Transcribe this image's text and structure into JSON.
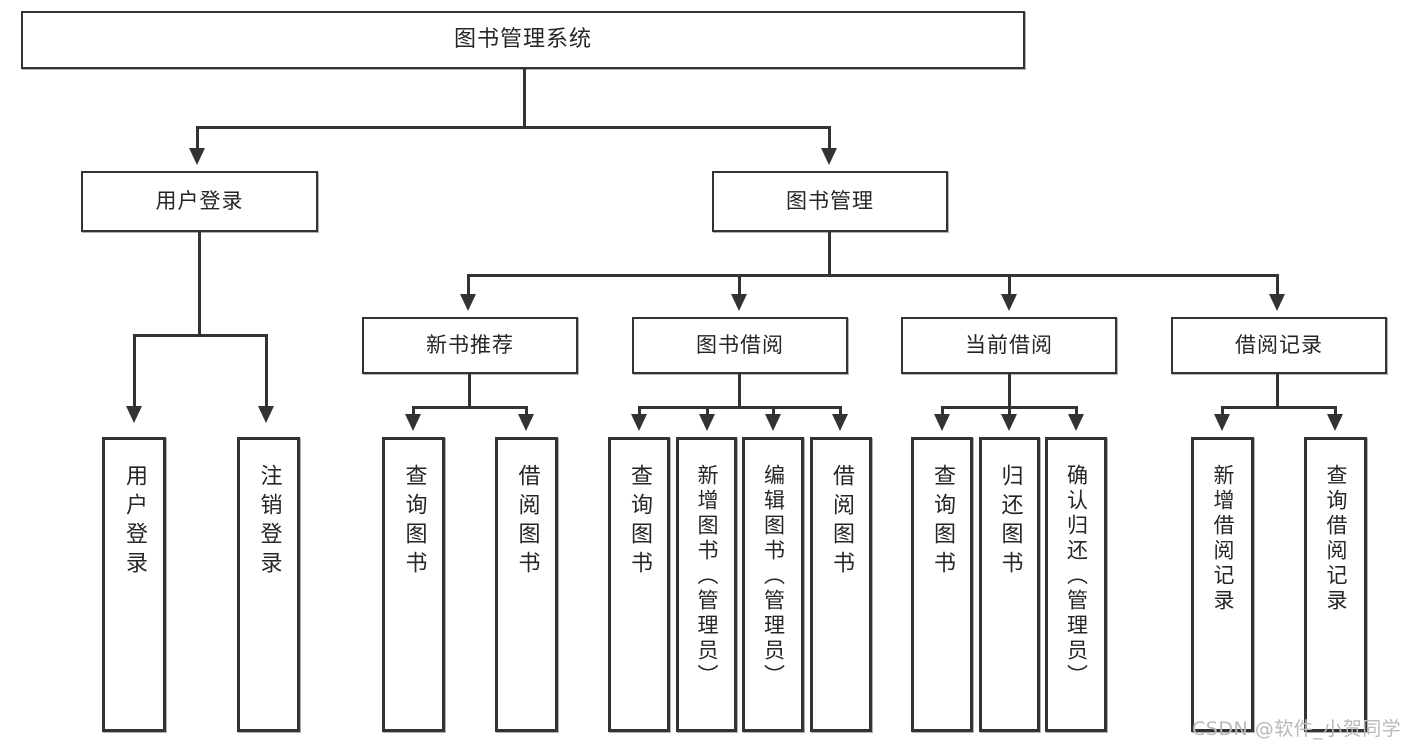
{
  "diagram": {
    "title": "图书管理系统",
    "type": "hierarchy-tree",
    "root": {
      "label": "图书管理系统"
    },
    "level2": [
      {
        "label": "用户登录"
      },
      {
        "label": "图书管理"
      }
    ],
    "level3": [
      {
        "label": "新书推荐"
      },
      {
        "label": "图书借阅"
      },
      {
        "label": "当前借阅"
      },
      {
        "label": "借阅记录"
      }
    ],
    "leaves": {
      "user_login": [
        {
          "label": "用户登录"
        },
        {
          "label": "注销登录"
        }
      ],
      "new_book_recommend": [
        {
          "label": "查询图书"
        },
        {
          "label": "借阅图书"
        }
      ],
      "book_borrow": [
        {
          "label": "查询图书"
        },
        {
          "label": "新增图书（管理员）"
        },
        {
          "label": "编辑图书（管理员）"
        },
        {
          "label": "借阅图书"
        }
      ],
      "current_borrow": [
        {
          "label": "查询图书"
        },
        {
          "label": "归还图书"
        },
        {
          "label": "确认归还（管理员）"
        }
      ],
      "borrow_record": [
        {
          "label": "新增借阅记录"
        },
        {
          "label": "查询借阅记录"
        }
      ]
    }
  },
  "watermark": {
    "text": "CSDN @软件_小贺同学"
  },
  "colors": {
    "stroke": "#333333",
    "text": "#262626",
    "background": "#ffffff",
    "watermark": "#b9b9b9"
  }
}
